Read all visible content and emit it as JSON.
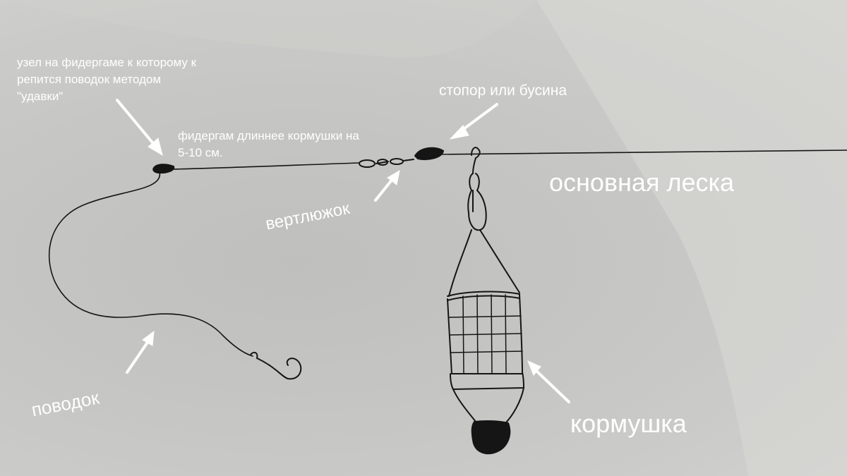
{
  "labels": {
    "knot": "узел на фидергаме к которому к\nрепится поводок методом\n \"удавки\"",
    "feedergum": "фидергам длиннее кормушки на\n 5-10 см.",
    "stopper": "стопор или бусина",
    "main_line": "основная леска",
    "swivel": "вертлюжок",
    "leader": "поводок",
    "feeder": "кормушка"
  },
  "colors": {
    "ink": "#151515",
    "label": "#ffffff",
    "paper": "#c9c9c7"
  }
}
